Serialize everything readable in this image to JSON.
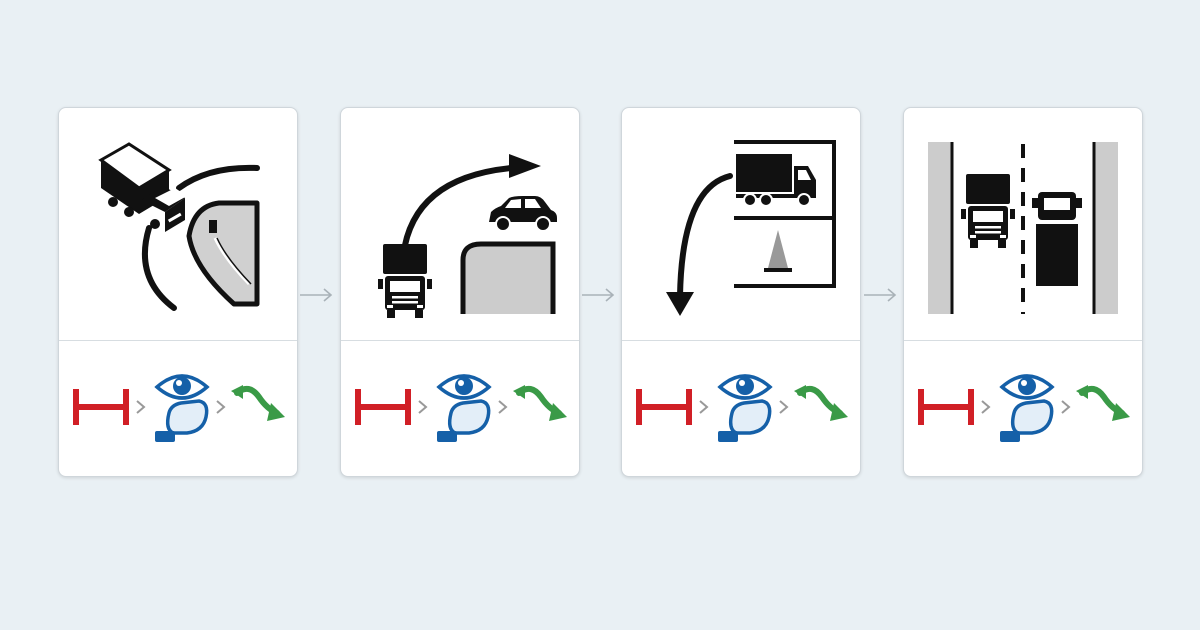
{
  "palette": {
    "background": "#e9f0f4",
    "card": "#ffffff",
    "ink": "#111111",
    "stop_red": "#d11f26",
    "look_blue": "#1560a8",
    "move_green": "#3a9a47",
    "zone_gray": "#cccccc",
    "connector": "#a9b2b8"
  },
  "cards": [
    {
      "scene": "truck-turning-corner",
      "step_icons": [
        "stop-bar-icon",
        "eye-icon",
        "side-mirror-icon",
        "curved-arrow-icon"
      ]
    },
    {
      "scene": "truck-arc-past-car",
      "step_icons": [
        "stop-bar-icon",
        "eye-icon",
        "side-mirror-icon",
        "curved-arrow-icon"
      ]
    },
    {
      "scene": "truck-reversing-to-cone",
      "step_icons": [
        "stop-bar-icon",
        "eye-icon",
        "side-mirror-icon",
        "curved-arrow-icon"
      ]
    },
    {
      "scene": "truck-lane-change",
      "step_icons": [
        "stop-bar-icon",
        "eye-icon",
        "side-mirror-icon",
        "curved-arrow-icon"
      ]
    }
  ],
  "connectors": [
    "right-arrow-icon",
    "right-arrow-icon",
    "right-arrow-icon"
  ]
}
